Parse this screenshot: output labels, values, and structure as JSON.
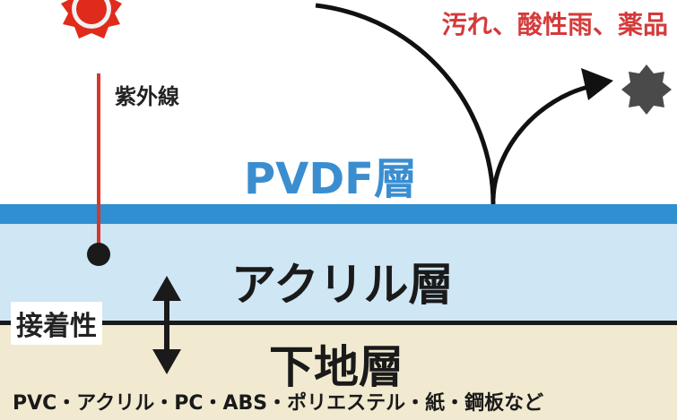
{
  "labels": {
    "uv": "紫外線",
    "contaminants": "汚れ、酸性雨、薬品",
    "pvdf_layer": "PVDF層",
    "acrylic_layer": "アクリル層",
    "adhesion": "接着性",
    "base_layer": "下地層",
    "materials": "PVC・アクリル・PC・ABS・ポリエステル・紙・鋼板など"
  },
  "colors": {
    "sun": "#e02a1c",
    "uv_line": "#d9362a",
    "contaminant_text": "#d43a3a",
    "pvdf_band": "#2f8fd0",
    "pvdf_text": "#3a8ed0",
    "acrylic_band": "#cfe6f4",
    "base_band": "#f1ead0",
    "contaminant_particle": "#4a4a4a"
  },
  "icons": {
    "sun": "sun-icon",
    "contaminant": "contaminant-particle-icon",
    "arrow": "deflection-arrow-icon",
    "double_arrow": "double-arrow-icon"
  }
}
